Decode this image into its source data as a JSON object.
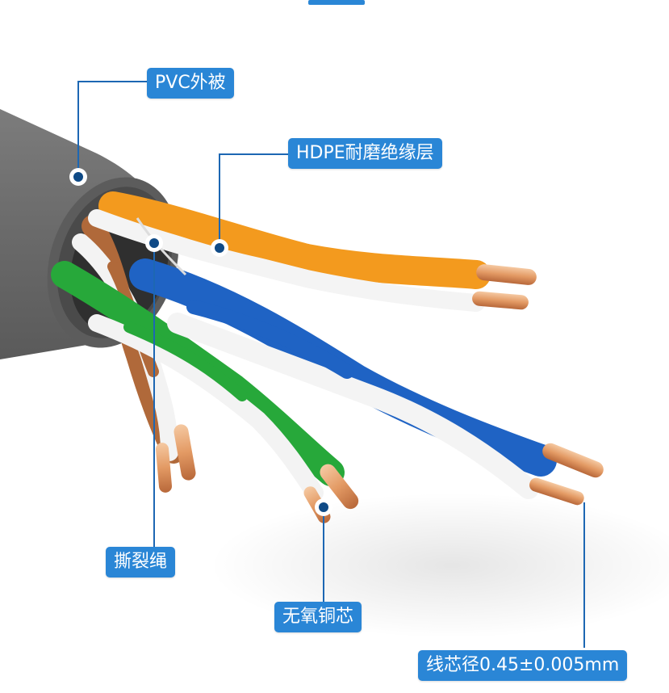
{
  "labels": {
    "pvc_jacket": "PVC外被",
    "hdpe_insulation": "HDPE耐磨绝缘层",
    "rip_cord": "撕裂绳",
    "oxygen_free_copper": "无氧铜芯",
    "core_diameter": "线芯径0.45±0.005mm"
  },
  "colors": {
    "label_bg": "#2a86d6",
    "leader_line": "#1d67b3",
    "jacket": "#6e6e6e",
    "orange_wire": "#f39a1e",
    "blue_wire": "#1f63c4",
    "green_wire": "#27a83a",
    "brown_wire": "#b0693a",
    "copper": "#e0925e"
  }
}
